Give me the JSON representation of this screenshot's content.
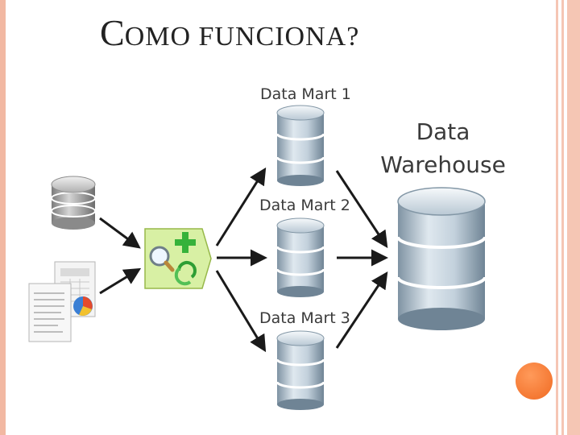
{
  "slide": {
    "title_initial": "C",
    "title_rest": "OMO FUNCIONA?"
  },
  "diagram": {
    "marts": [
      {
        "label": "Data Mart 1"
      },
      {
        "label": "Data Mart 2"
      },
      {
        "label": "Data Mart 3"
      }
    ],
    "warehouse": {
      "line1": "Data",
      "line2": "Warehouse"
    }
  },
  "colors": {
    "frame": "#f2b8a2",
    "accent_dot": "#f47b36",
    "etl_box": "#d8f0a4",
    "arrow": "#1a1a1a",
    "cylinder": "#a9b9c5"
  }
}
